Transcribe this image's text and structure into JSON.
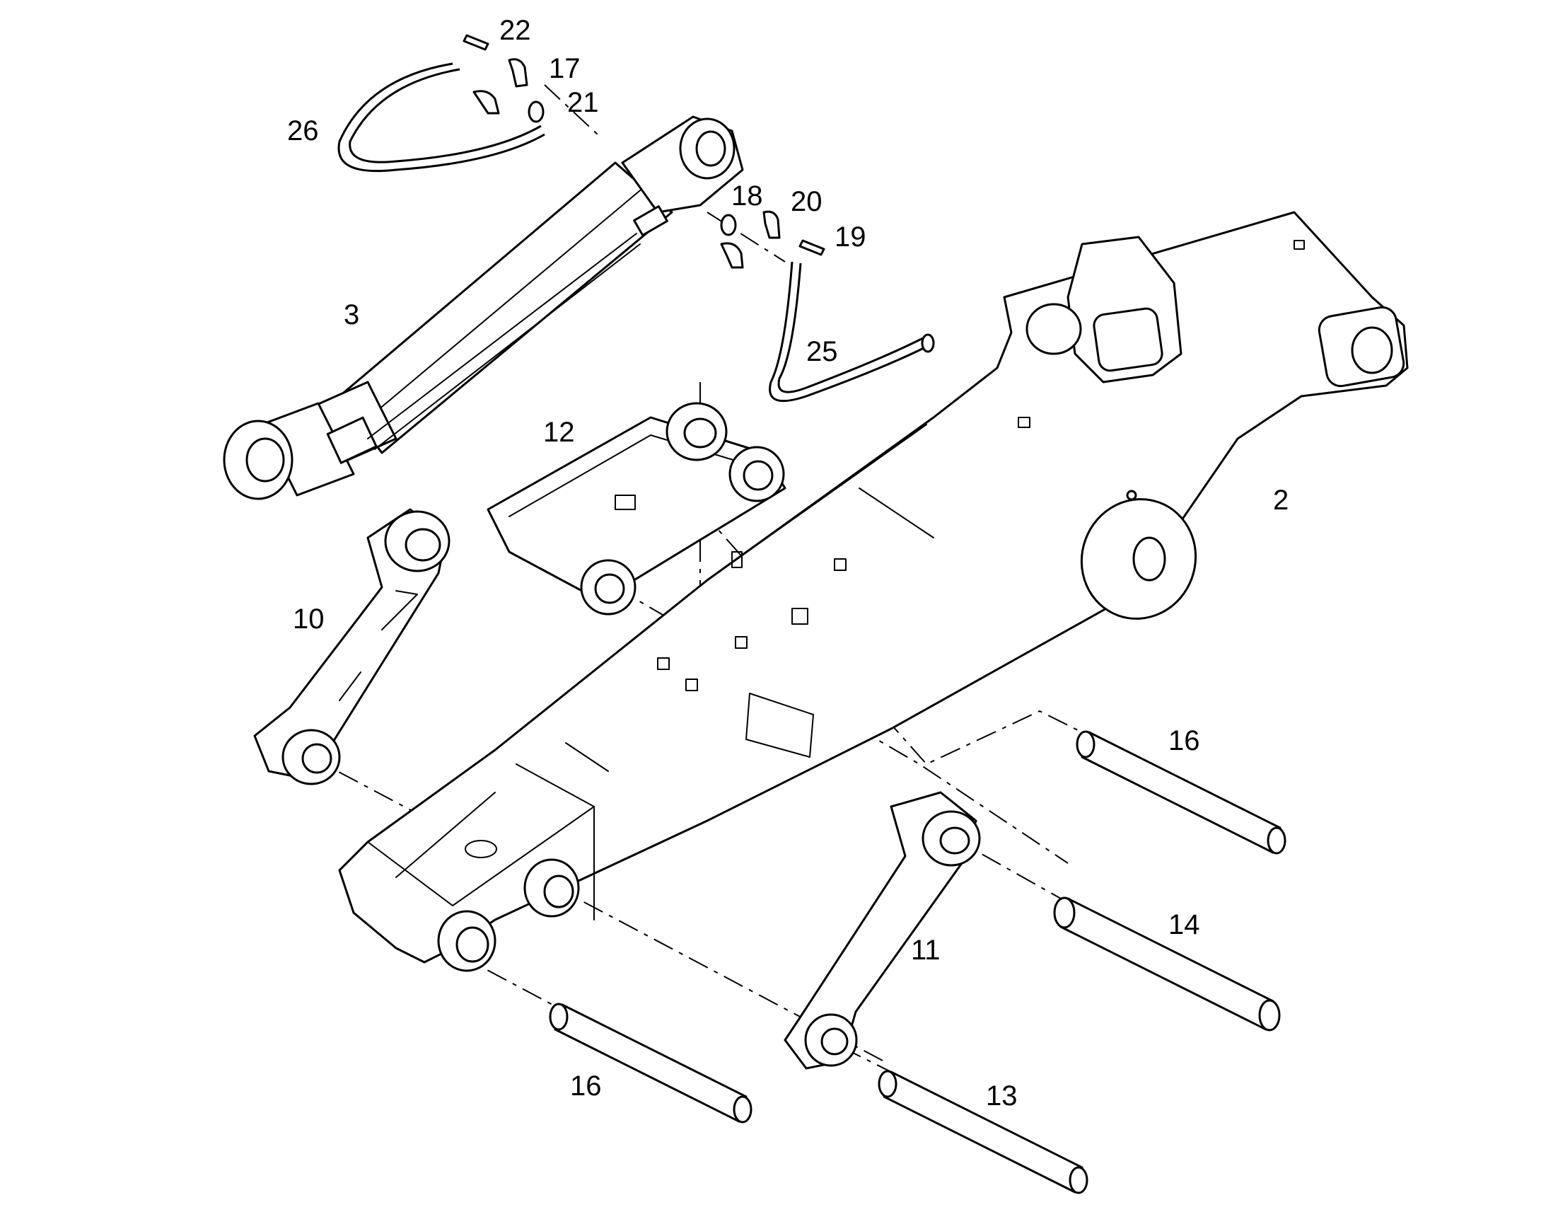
{
  "callouts": {
    "c22": "22",
    "c17": "17",
    "c21": "21",
    "c26": "26",
    "c18": "18",
    "c20": "20",
    "c19": "19",
    "c3": "3",
    "c25": "25",
    "c12": "12",
    "c2": "2",
    "c10": "10",
    "c16_right": "16",
    "c14": "14",
    "c11": "11",
    "c16_bottom": "16",
    "c13": "13"
  },
  "colors": {
    "line": "#000000",
    "background": "#ffffff"
  }
}
